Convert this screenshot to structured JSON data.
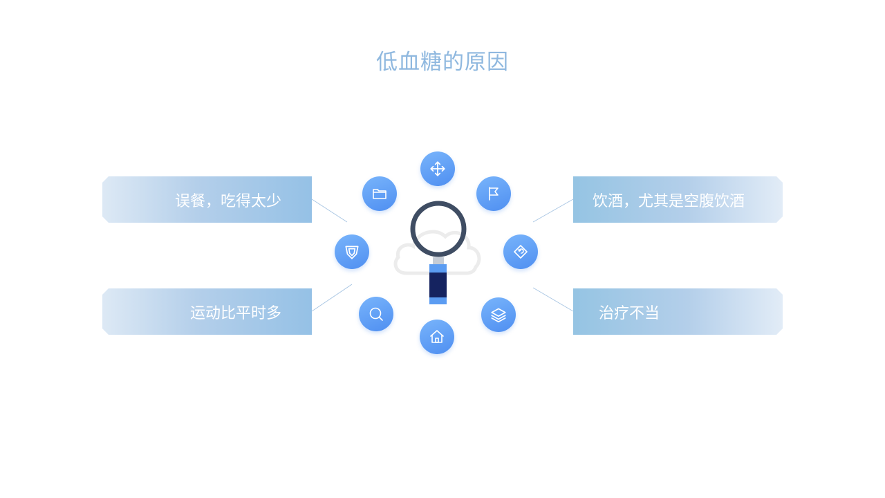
{
  "page": {
    "title": "低血糖的原因"
  },
  "causes": [
    {
      "label": "误餐，吃得太少"
    },
    {
      "label": "运动比平时多"
    },
    {
      "label": "饮酒，尤其是空腹饮酒"
    },
    {
      "label": "治疗不当"
    }
  ],
  "icons": [
    "move-arrows-icon",
    "flag-icon",
    "tag-icon",
    "layers-icon",
    "home-icon",
    "search-icon",
    "shield-icon",
    "folder-icon"
  ],
  "colors": {
    "title": "#8fb8df",
    "icon_gradient_start": "#78b4fb",
    "icon_gradient_end": "#4f8ff1",
    "box_light": "#dde9f5",
    "box_dark": "#95c1e6",
    "magnifier_ring": "#3f4d63",
    "magnifier_handle": "#152360"
  }
}
